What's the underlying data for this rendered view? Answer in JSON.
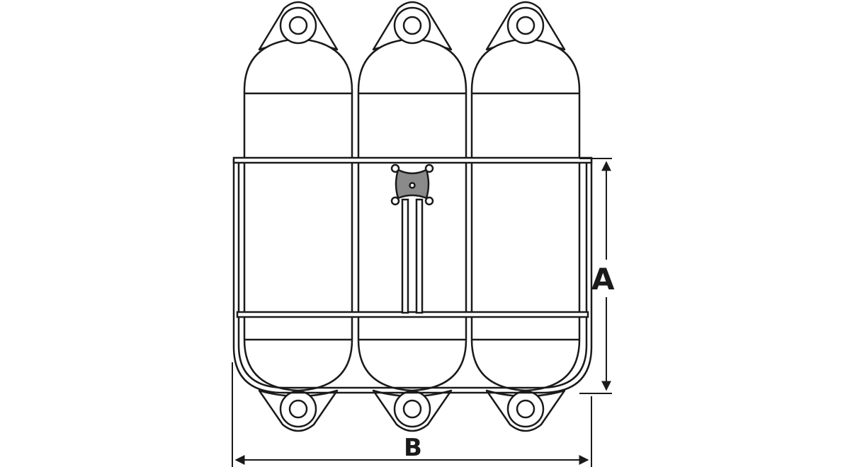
{
  "dimensions": {
    "height_label": "A",
    "width_label": "B"
  },
  "colors": {
    "line": "#1a1a1a",
    "bracket_fill": "#8a8a8a",
    "background": "#ffffff"
  },
  "fender_count": 3
}
